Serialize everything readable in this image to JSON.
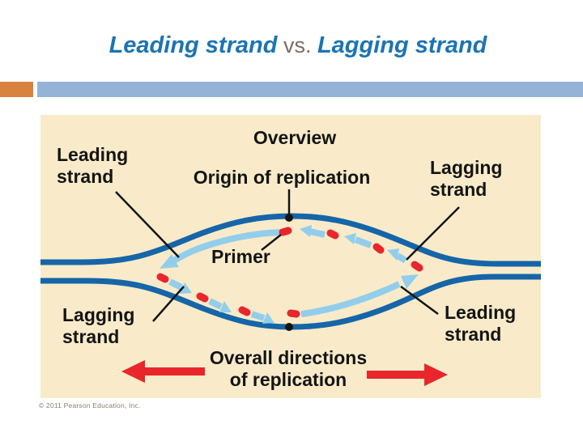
{
  "title": {
    "leading": "Leading strand",
    "vs": " vs. ",
    "lagging": "Lagging strand",
    "leading_color": "#1B74B4",
    "vs_color": "#7A6E63"
  },
  "accents": {
    "orange_block_color": "#D9813F",
    "bar_color": "#95B3D7"
  },
  "diagram": {
    "background_color": "#F9EBC9",
    "colors": {
      "parental_strand_blue": "#1565A8",
      "new_strand_blue": "#92CEEC",
      "primer_red": "#E8262C",
      "annotation_black": "#141414"
    },
    "labels": {
      "overview": "Overview",
      "origin_of_replication": "Origin of replication",
      "leading_strand_top_left": "Leading\nstrand",
      "lagging_strand_top_right": "Lagging\nstrand",
      "primer": "Primer",
      "lagging_strand_bottom_left": "Lagging\nstrand",
      "leading_strand_bottom_right": "Leading\nstrand",
      "overall_directions": "Overall directions\nof replication"
    },
    "copyright": "© 2011 Pearson Education, Inc."
  }
}
